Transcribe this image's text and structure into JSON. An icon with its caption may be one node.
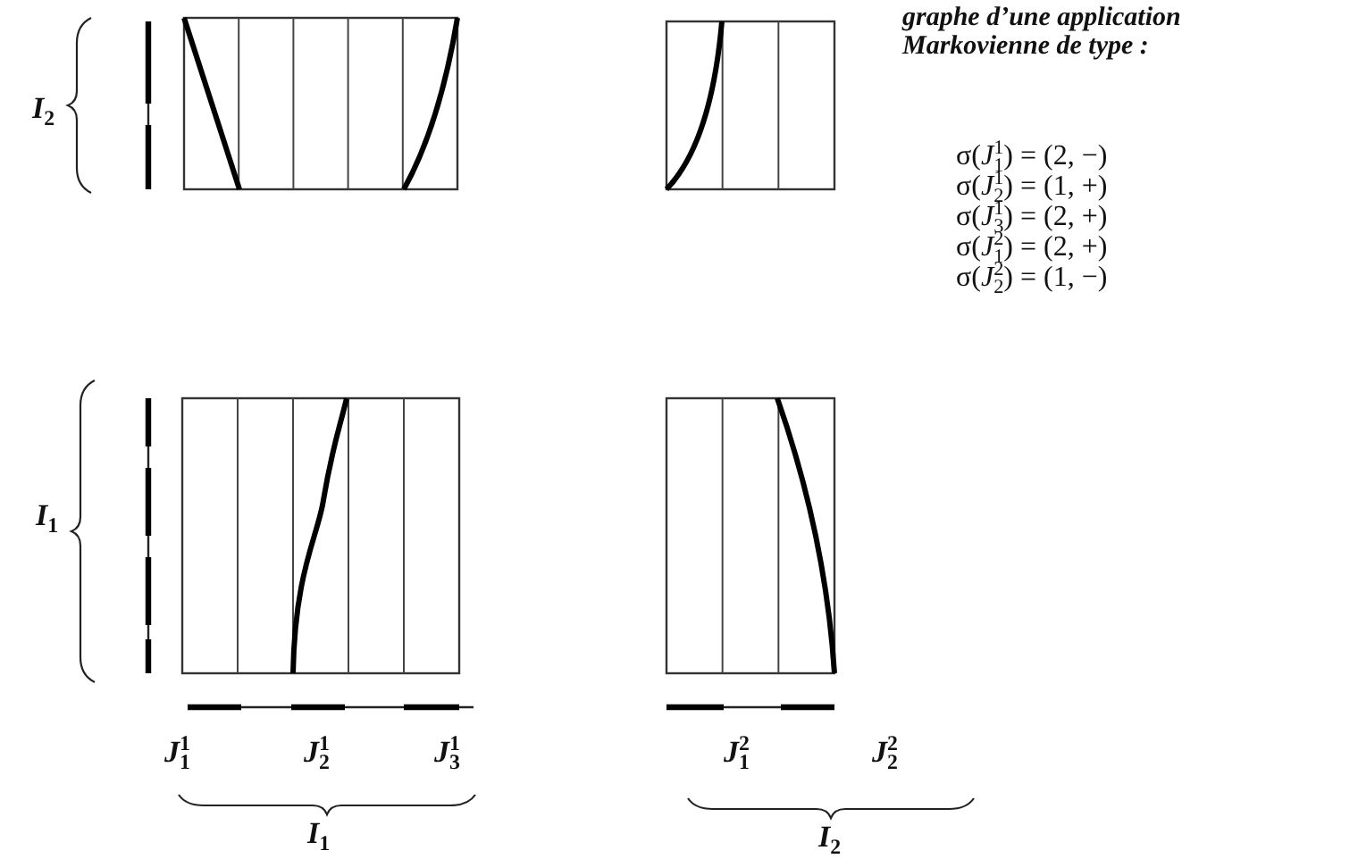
{
  "diagram": {
    "labels": [
      "*I*$_{2}$",
      "graphe d’une application Markovienne de type :",
      "σ(*J*$_{1}$$^{1}$) = (2, −)",
      "σ(*J*$_{2}$$^{1}$) = (1, +)",
      "σ(*J*$_{3}$$^{1}$) = (2, +)",
      "σ(*J*$_{1}$$^{2}$) = (2, +)",
      "σ(*J*$_{2}$$^{2}$) = (1, −)",
      "*I*$_{1}$",
      "*J*$_{1}$$^{1}$",
      "*J*$_{2}$$^{1}$",
      "*J*$_{3}$$^{1}$",
      "*J*$_{1}$$^{2}$",
      "*J*$_{2}$$^{2}$",
      "*I*$_{1}$",
      "*I*$_{2}$"
    ]
  }
}
